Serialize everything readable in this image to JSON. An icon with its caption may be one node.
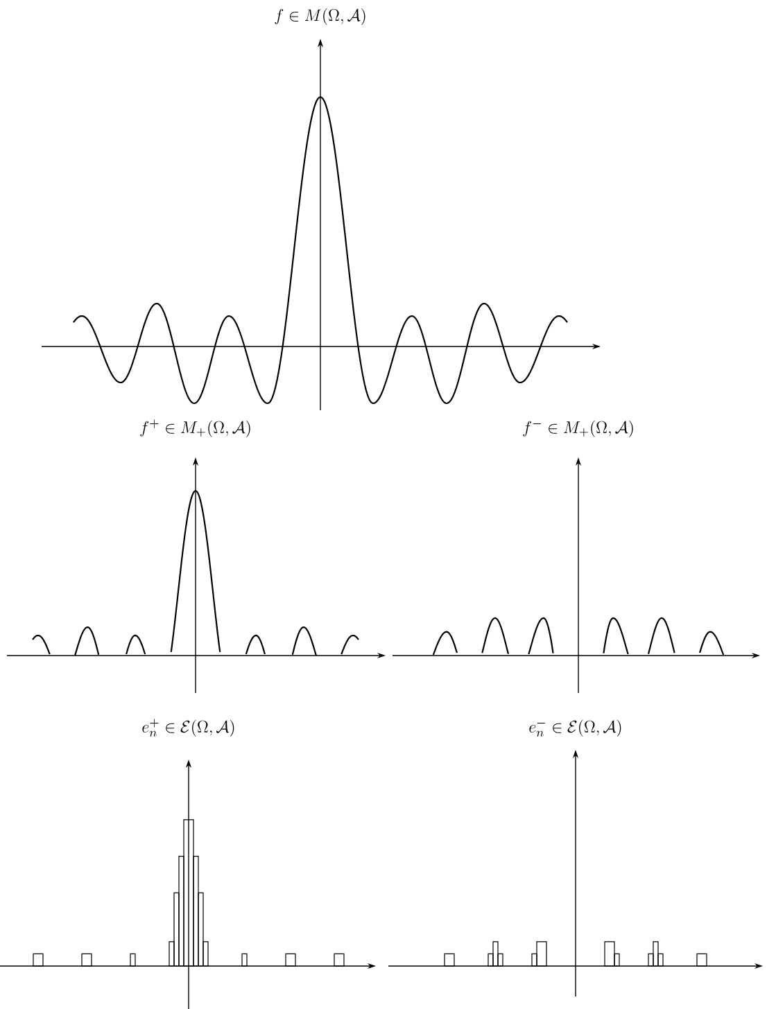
{
  "diagram": {
    "labels": [
      "f \\in M(\\Omega,\\mathcal{A})",
      "f^+ \\in M_+(\\Omega,\\mathcal{A})",
      "f^- \\in M_+(\\Omega,\\mathcal{A})",
      "e_n^+ \\in \\mathcal{E}(\\Omega,\\mathcal{A})",
      "e_n^- \\in \\mathcal{E}(\\Omega,\\mathcal{A})"
    ]
  }
}
